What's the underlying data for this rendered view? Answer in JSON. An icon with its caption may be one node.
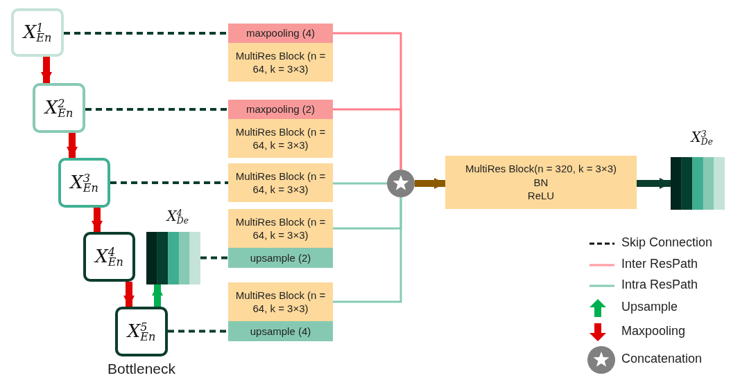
{
  "diagram": {
    "nodes": [
      {
        "text": [
          "X$^{1}$$_{En}$"
        ]
      },
      {
        "text": [
          "X$^{2}$$_{En}$"
        ]
      },
      {
        "text": [
          "X$^{3}$$_{En}$"
        ]
      },
      {
        "text": [
          "X$^{4}$$_{En}$"
        ]
      },
      {
        "text": [
          "X$^{5}$$_{En}$"
        ],
        "beside": [
          "Bottleneck"
        ]
      },
      {
        "text": [
          "X$^{4}$$_{De}$"
        ]
      },
      {
        "text": [
          "maxpooling (4)"
        ]
      },
      {
        "text": [
          "MultiRes Block (n = 64, k = 3×3)"
        ]
      },
      {
        "text": [
          "maxpooling (2)"
        ]
      },
      {
        "text": [
          "MultiRes Block (n = 64, k = 3×3)"
        ]
      },
      {
        "text": [
          "MultiRes Block (n = 64, k = 3×3)"
        ]
      },
      {
        "text": [
          "MultiRes Block (n = 64, k = 3×3)"
        ]
      },
      {
        "text": [
          "upsample (2)"
        ]
      },
      {
        "text": [
          "MultiRes Block (n = 64, k = 3×3)"
        ]
      },
      {
        "text": [
          "upsample (4)"
        ]
      },
      {
        "text": [],
        "shape": "circle"
      },
      {
        "text": [
          "MultiRes Block(n = 320, k = 3×3)",
          "BN",
          "ReLU"
        ]
      },
      {
        "text": [
          "X$^{3}$$_{De}$"
        ]
      }
    ],
    "edges": [
      {
        "from": 0,
        "to": 1,
        "arrow": "to",
        "style": "thick",
        "color": "#e00000"
      },
      {
        "from": 1,
        "to": 2,
        "arrow": "to",
        "style": "thick",
        "color": "#e00000"
      },
      {
        "from": 2,
        "to": 3,
        "arrow": "to",
        "style": "thick",
        "color": "#e00000"
      },
      {
        "from": 3,
        "to": 4,
        "arrow": "to",
        "style": "thick",
        "color": "#e00000"
      },
      {
        "from": 4,
        "to": 5,
        "arrow": "to",
        "style": "thick",
        "color": "#00b050"
      },
      {
        "from": 0,
        "to": 6,
        "arrow": "none",
        "style": "dashed"
      },
      {
        "from": 1,
        "to": 8,
        "arrow": "none",
        "style": "dashed"
      },
      {
        "from": 2,
        "to": 10,
        "arrow": "none",
        "style": "dashed"
      },
      {
        "from": 5,
        "to": 12,
        "arrow": "none",
        "style": "dashed"
      },
      {
        "from": 4,
        "to": 14,
        "arrow": "none",
        "style": "dashed"
      },
      {
        "from": 6,
        "to": 15,
        "arrow": "none",
        "color": "#ff7f8a"
      },
      {
        "from": 8,
        "to": 15,
        "arrow": "none",
        "color": "#ff7f8a"
      },
      {
        "from": 10,
        "to": 15,
        "arrow": "none",
        "color": "#86cbb5"
      },
      {
        "from": 11,
        "to": 15,
        "arrow": "none",
        "color": "#86cbb5"
      },
      {
        "from": 13,
        "to": 15,
        "arrow": "none",
        "color": "#86cbb5"
      },
      {
        "from": 15,
        "to": 16,
        "arrow": "to",
        "style": "thick",
        "color": "#8b5a00"
      },
      {
        "from": 16,
        "to": 17,
        "arrow": "to",
        "style": "thick"
      }
    ],
    "legend": [
      {
        "text": "Skip Connection"
      },
      {
        "text": "Inter ResPath"
      },
      {
        "text": "Intra ResPath"
      },
      {
        "text": "Upsample"
      },
      {
        "text": "Maxpooling"
      },
      {
        "text": "Concatenation"
      }
    ]
  }
}
